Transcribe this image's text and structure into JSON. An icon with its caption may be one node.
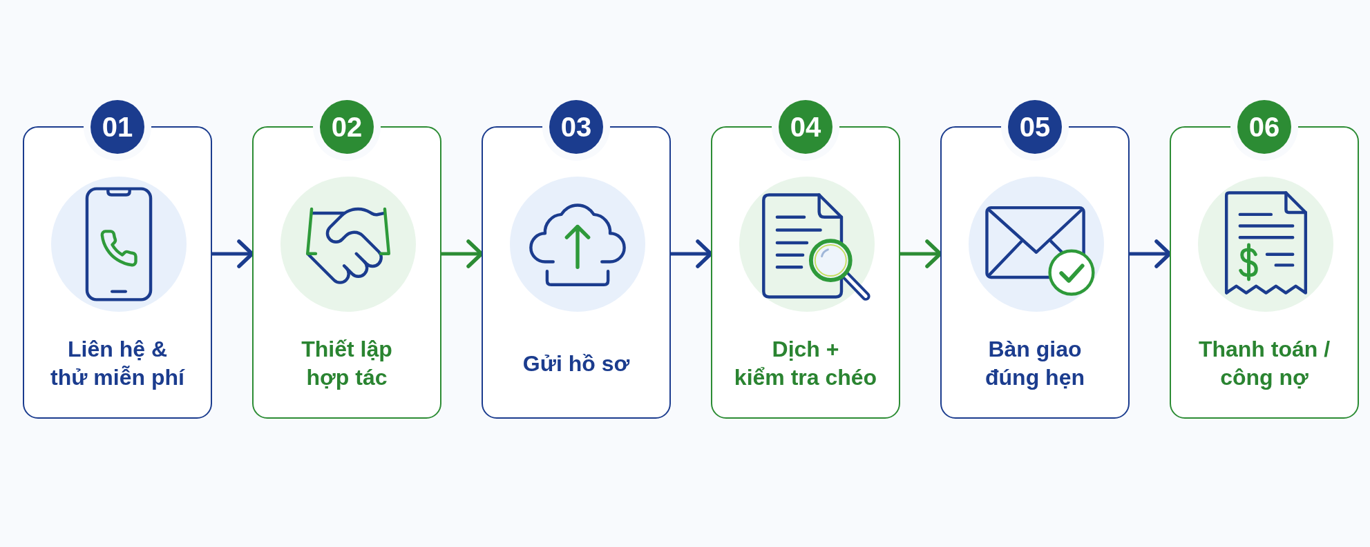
{
  "diagram": {
    "nodes": [
      {
        "text": [
          "01",
          "Liên hệ & thử miễn phí"
        ]
      },
      {
        "text": [
          "02",
          "Thiết lập hợp tác"
        ]
      },
      {
        "text": [
          "03",
          "Gửi hồ sơ"
        ]
      },
      {
        "text": [
          "04",
          "Dịch + kiểm tra chéo"
        ]
      },
      {
        "text": [
          "05",
          "Bàn giao đúng hẹn"
        ]
      },
      {
        "text": [
          "06",
          "Thanh toán / công nợ"
        ]
      }
    ],
    "edges": [
      {
        "from": 0,
        "to": 1,
        "arrow": "to"
      },
      {
        "from": 1,
        "to": 2,
        "arrow": "to",
        "color": "#2c8c34"
      },
      {
        "from": 2,
        "to": 3,
        "arrow": "to"
      },
      {
        "from": 3,
        "to": 4,
        "arrow": "to",
        "color": "#2c8c34"
      },
      {
        "from": 4,
        "to": 5,
        "arrow": "to"
      }
    ]
  }
}
